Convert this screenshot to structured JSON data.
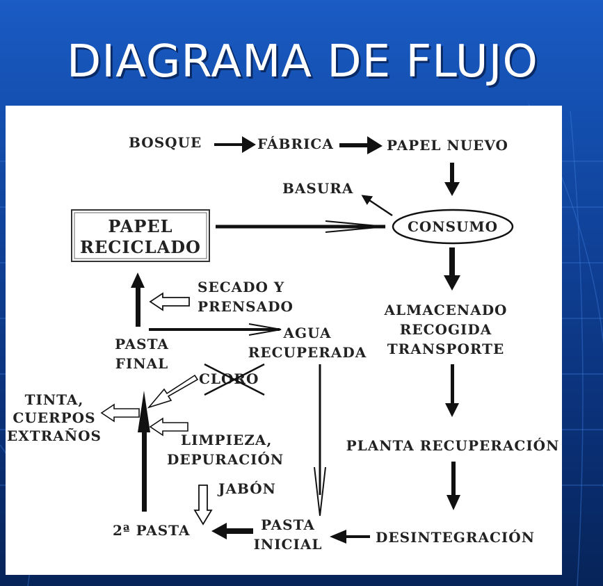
{
  "title": "DIAGRAMA DE FLUJO",
  "nodes": {
    "bosque": "BOSQUE",
    "fabrica": "FÁBRICA",
    "papel_nuevo": "PAPEL NUEVO",
    "basura": "BASURA",
    "consumo": "CONSUMO",
    "papel_reciclado_1": "PAPEL",
    "papel_reciclado_2": "RECICLADO",
    "secado_1": "SECADO Y",
    "secado_2": "PRENSADO",
    "agua_1": "AGUA",
    "agua_2": "RECUPERADA",
    "pasta_final_1": "PASTA",
    "pasta_final_2": "FINAL",
    "almacenado": "ALMACENADO",
    "recogida": "RECOGIDA",
    "transporte": "TRANSPORTE",
    "cloro": "CLORO",
    "tinta_1": "TINTA,",
    "tinta_2": "CUERPOS",
    "tinta_3": "EXTRAÑOS",
    "limpieza_1": "LIMPIEZA,",
    "limpieza_2": "DEPURACIÓN",
    "planta": "PLANTA RECUPERACIÓN",
    "jabon": "JABÓN",
    "segunda_pasta": "2ª PASTA",
    "pasta_inicial_1": "PASTA",
    "pasta_inicial_2": "INICIAL",
    "desintegracion": "DESINTEGRACIÓN"
  }
}
